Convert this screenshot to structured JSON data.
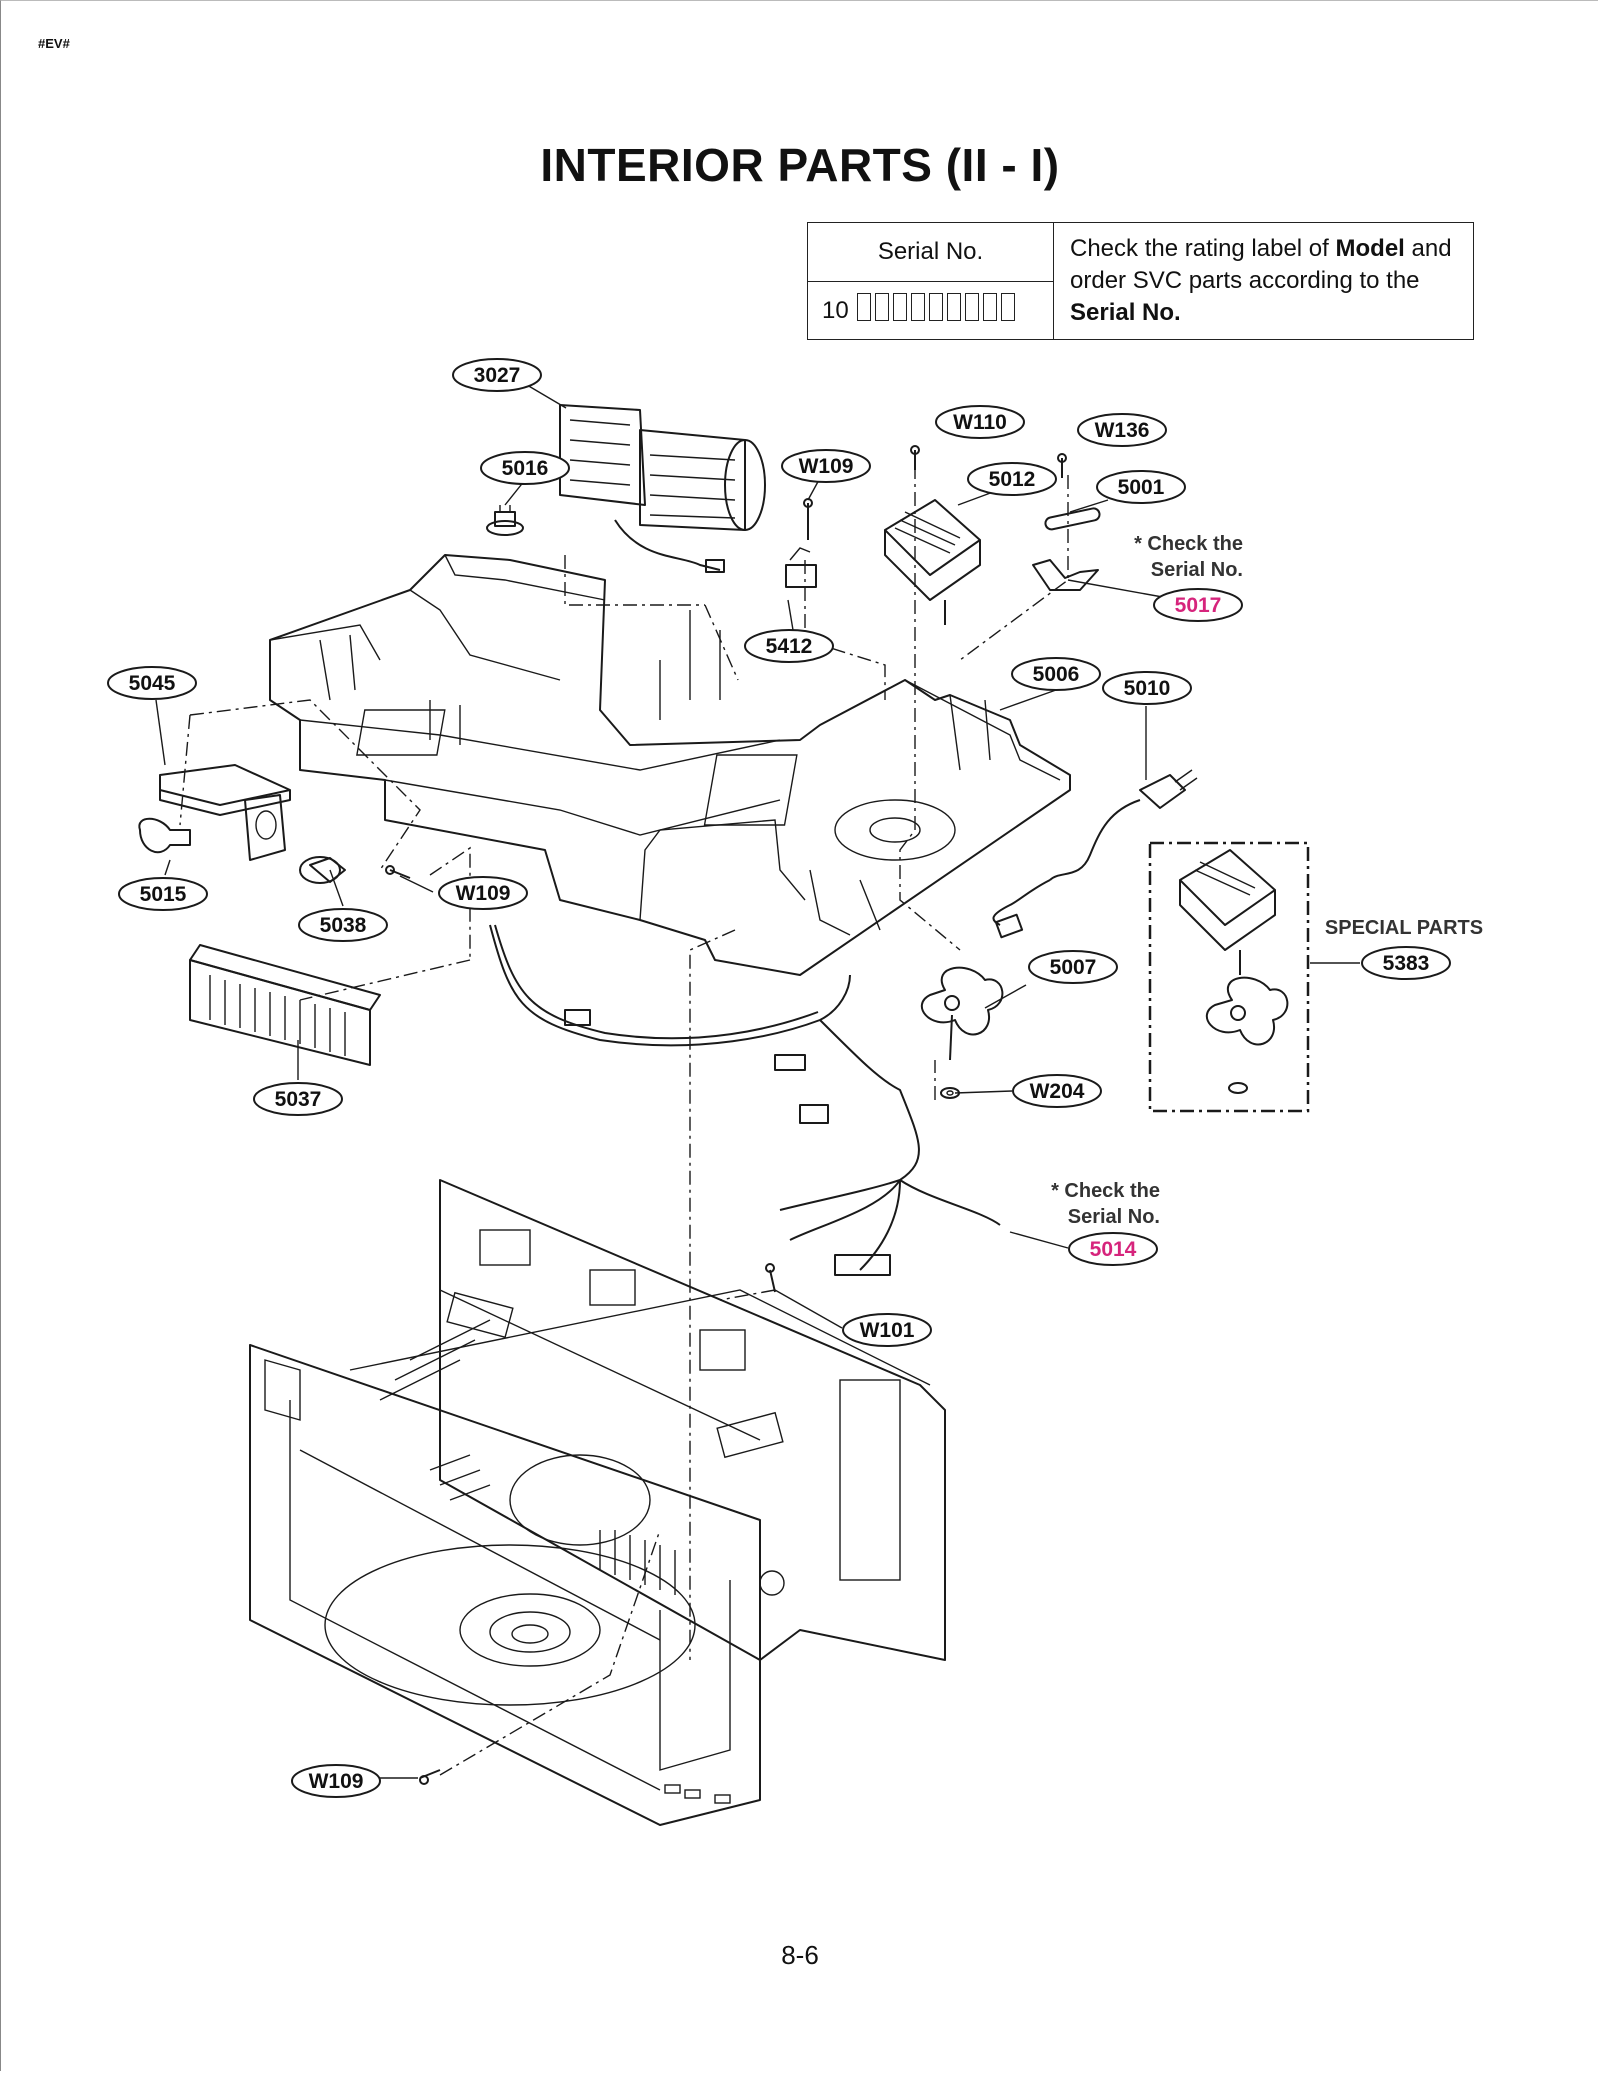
{
  "header": {
    "code": "#EV#"
  },
  "title": "INTERIOR PARTS (II - I)",
  "serial_table": {
    "header": "Serial No.",
    "value_prefix": "10",
    "note_part1": "Check the rating label of ",
    "note_bold1": "Model",
    "note_part2": " and order SVC parts according to the ",
    "note_bold2": "Serial No."
  },
  "labels": {
    "l3027": "3027",
    "l5016": "5016",
    "lW109a": "W109",
    "lW110": "W110",
    "lW136": "W136",
    "l5012": "5012",
    "l5001": "5001",
    "l5017": "5017",
    "l5412": "5412",
    "l5006": "5006",
    "l5010": "5010",
    "l5045": "5045",
    "l5015": "5015",
    "l5038": "5038",
    "lW109b": "W109",
    "l5007": "5007",
    "lW204": "W204",
    "l5037": "5037",
    "l5383": "5383",
    "l5014": "5014",
    "lW101": "W101",
    "lW109c": "W109"
  },
  "notes": {
    "check1_line1": "* Check the",
    "check1_line2": "Serial No.",
    "check2_line1": "* Check the",
    "check2_line2": "Serial No.",
    "special_parts": "SPECIAL PARTS"
  },
  "colors": {
    "highlight": "#d6247c",
    "line": "#1a1a1a"
  },
  "page_number": "8-6"
}
